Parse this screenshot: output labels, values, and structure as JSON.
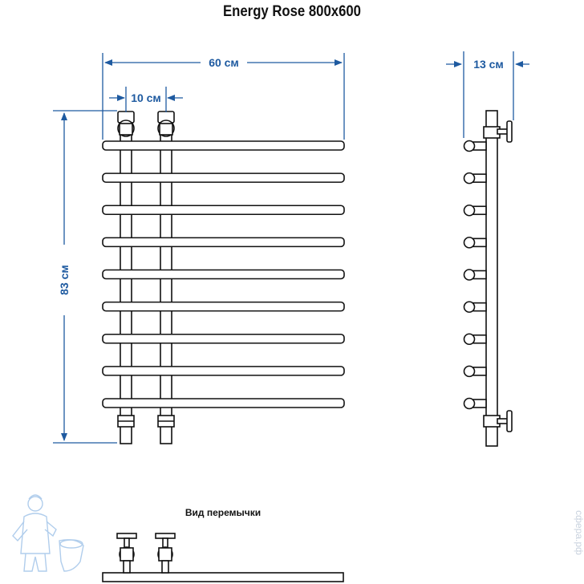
{
  "title": "Energy Rose 800x600",
  "dimensions": {
    "width": "60 см",
    "spacing": "10 см",
    "height": "83 см",
    "depth": "13 см"
  },
  "jumper_view_label": "Вид перемычки",
  "watermark": "сфера.рф",
  "colors": {
    "dimension": "#1e5aa0",
    "outline": "#111111",
    "logo": "#a8c8ea"
  },
  "rails_count": 9
}
